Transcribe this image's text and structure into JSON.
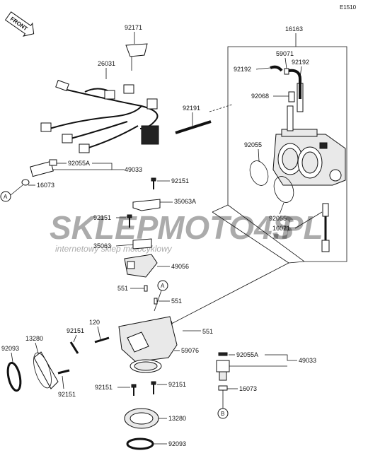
{
  "diagram_code": "E1510",
  "front_label": "FRONT",
  "watermark": {
    "brand_part1": "SKLEP",
    "brand_part2": "MOTO4S",
    "brand_part3": ".PL",
    "tagline": "internetowy sklep motocyklowy",
    "color_grey": "#9a9a9a",
    "color_red": "#d63a3a"
  },
  "parts": {
    "p92171": "92171",
    "p26031": "26031",
    "p92191": "92191",
    "p16163": "16163",
    "p59071": "59071",
    "p92192_left": "92192",
    "p92192_right": "92192",
    "p92068": "92068",
    "p92055_upper": "92055",
    "p92055_lower": "92055",
    "p16021": "16021",
    "p92055A_top": "92055A",
    "p49033_top": "49033",
    "p16073_top": "16073",
    "p92151_a": "92151",
    "p35063A": "35063A",
    "p92151_b": "92151",
    "p35063": "35063",
    "p49056": "49056",
    "p551_a": "551",
    "p551_b": "551",
    "p551_c": "551",
    "p120": "120",
    "p92151_c": "92151",
    "p13280_left": "13280",
    "p92093_left": "92093",
    "p59076": "59076",
    "p92151_d": "92151",
    "p92151_e": "92151",
    "p92151_f": "92151",
    "p92055A_bottom": "92055A",
    "p49033_bottom": "49033",
    "p16073_bottom": "16073",
    "p13280_bottom": "13280",
    "p92093_bottom": "92093"
  },
  "callouts": {
    "A_left": "A",
    "A_center": "A",
    "B_center": "B",
    "B_bottom": "B"
  }
}
